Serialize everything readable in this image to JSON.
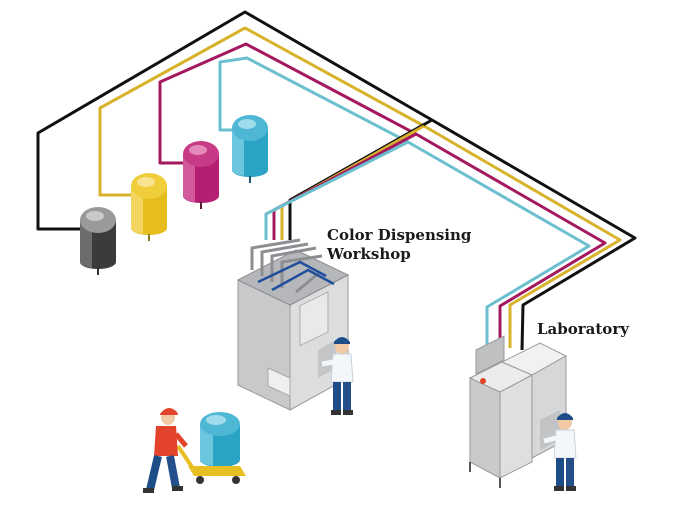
{
  "labels": {
    "workshop_line1": "Color Dispensing",
    "workshop_line2": "Workshop",
    "laboratory": "Laboratory"
  },
  "colors": {
    "black": "#111111",
    "yellow": "#d7b22a",
    "magenta": "#a3185e",
    "cyan": "#6bbfce",
    "tank_black": "#3b3b3b",
    "tank_yellow": "#e5bd1c",
    "tank_magenta": "#b51f72",
    "tank_cyan": "#2aa3c5",
    "machine_gray": "#d4d5d7",
    "worker_red": "#e2432a",
    "worker_blue": "#1d4d86"
  },
  "icons": {
    "tanks": [
      "tank-black-icon",
      "tank-yellow-icon",
      "tank-magenta-icon",
      "tank-cyan-icon"
    ],
    "dispensing_machine": "dispensing-machine-icon",
    "lab_machine": "lab-machine-icon",
    "workers": [
      "worker-at-workshop-icon",
      "worker-at-lab-icon",
      "worker-with-cart-icon"
    ]
  }
}
